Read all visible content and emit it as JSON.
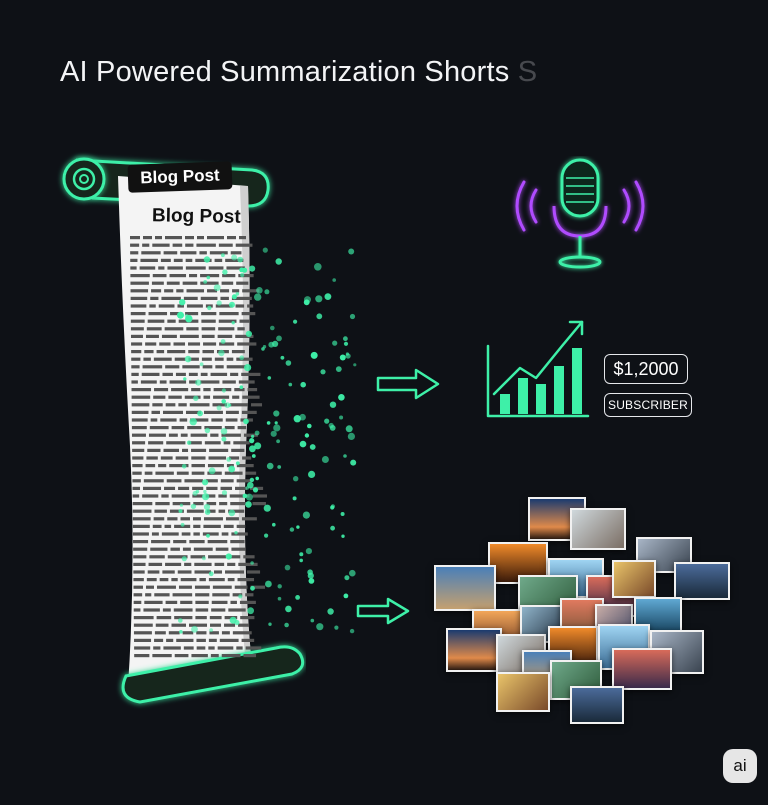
{
  "header": {
    "title": "AI Powered Summarization Shorts",
    "title_tail": "S"
  },
  "scroll": {
    "ribbon_label": "Blog Post",
    "heading": "Blog Post"
  },
  "icons": {
    "microphone": "microphone-icon",
    "chart": "growth-chart-icon",
    "arrow": "arrow-right-icon"
  },
  "metrics": {
    "amount": "$1,2000",
    "subscriber_label": "SUBSCRIBER"
  },
  "badge": {
    "label": "ai"
  },
  "colors": {
    "background": "#0e1116",
    "neon_green": "#3ef0a8",
    "neon_purple": "#b04cff",
    "paper": "#f4f4f4"
  }
}
